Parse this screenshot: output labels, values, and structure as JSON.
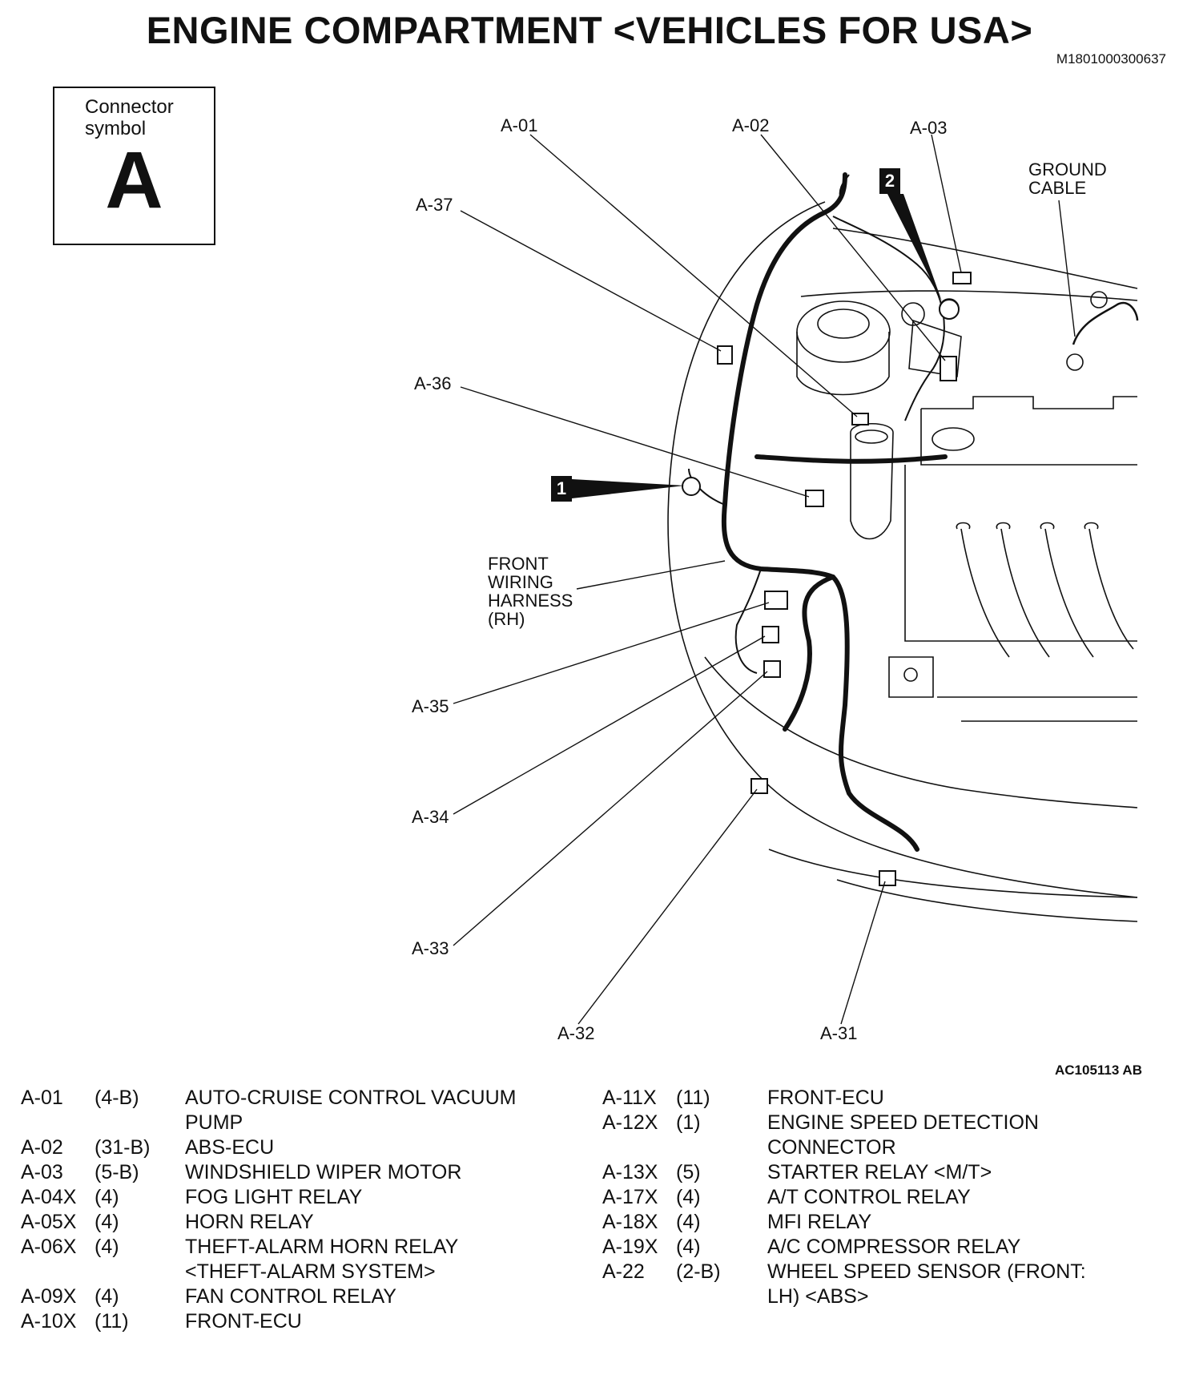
{
  "title": "ENGINE COMPARTMENT <VEHICLES FOR USA>",
  "doc_id": "M1801000300637",
  "figure_code": "AC105113 AB",
  "connector_symbol": {
    "caption_line1": "Connector",
    "caption_line2": "symbol",
    "letter": "A"
  },
  "callouts": {
    "a01": "A-01",
    "a02": "A-02",
    "a03": "A-03",
    "a37": "A-37",
    "a36": "A-36",
    "a35": "A-35",
    "a34": "A-34",
    "a33": "A-33",
    "a32": "A-32",
    "a31": "A-31",
    "ground_cable_line1": "GROUND",
    "ground_cable_line2": "CABLE",
    "harness_line1": "FRONT",
    "harness_line2": "WIRING",
    "harness_line3": "HARNESS",
    "harness_line4": "(RH)",
    "badge1": "1",
    "badge2": "2"
  },
  "legend_left": [
    {
      "code": "A-01",
      "pins": "(4-B)",
      "name": [
        "AUTO-CRUISE CONTROL VACUUM",
        "PUMP"
      ]
    },
    {
      "code": "A-02",
      "pins": "(31-B)",
      "name": [
        "ABS-ECU"
      ]
    },
    {
      "code": "A-03",
      "pins": "(5-B)",
      "name": [
        "WINDSHIELD WIPER MOTOR"
      ]
    },
    {
      "code": "A-04X",
      "pins": "(4)",
      "name": [
        "FOG LIGHT RELAY"
      ]
    },
    {
      "code": "A-05X",
      "pins": "(4)",
      "name": [
        "HORN RELAY"
      ]
    },
    {
      "code": "A-06X",
      "pins": "(4)",
      "name": [
        "THEFT-ALARM HORN RELAY",
        "<THEFT-ALARM SYSTEM>"
      ]
    },
    {
      "code": "A-09X",
      "pins": "(4)",
      "name": [
        "FAN CONTROL RELAY"
      ]
    },
    {
      "code": "A-10X",
      "pins": "(11)",
      "name": [
        "FRONT-ECU"
      ]
    }
  ],
  "legend_right": [
    {
      "code": "A-11X",
      "pins": "(11)",
      "name": [
        "FRONT-ECU"
      ]
    },
    {
      "code": "A-12X",
      "pins": "(1)",
      "name": [
        "ENGINE SPEED DETECTION",
        "CONNECTOR"
      ]
    },
    {
      "code": "A-13X",
      "pins": "(5)",
      "name": [
        "STARTER RELAY <M/T>"
      ]
    },
    {
      "code": "A-17X",
      "pins": "(4)",
      "name": [
        "A/T CONTROL RELAY"
      ]
    },
    {
      "code": "A-18X",
      "pins": "(4)",
      "name": [
        "MFI RELAY"
      ]
    },
    {
      "code": "A-19X",
      "pins": "(4)",
      "name": [
        "A/C COMPRESSOR RELAY"
      ]
    },
    {
      "code": "A-22",
      "pins": "(2-B)",
      "name": [
        "WHEEL SPEED SENSOR (FRONT:",
        "LH) <ABS>"
      ]
    }
  ]
}
